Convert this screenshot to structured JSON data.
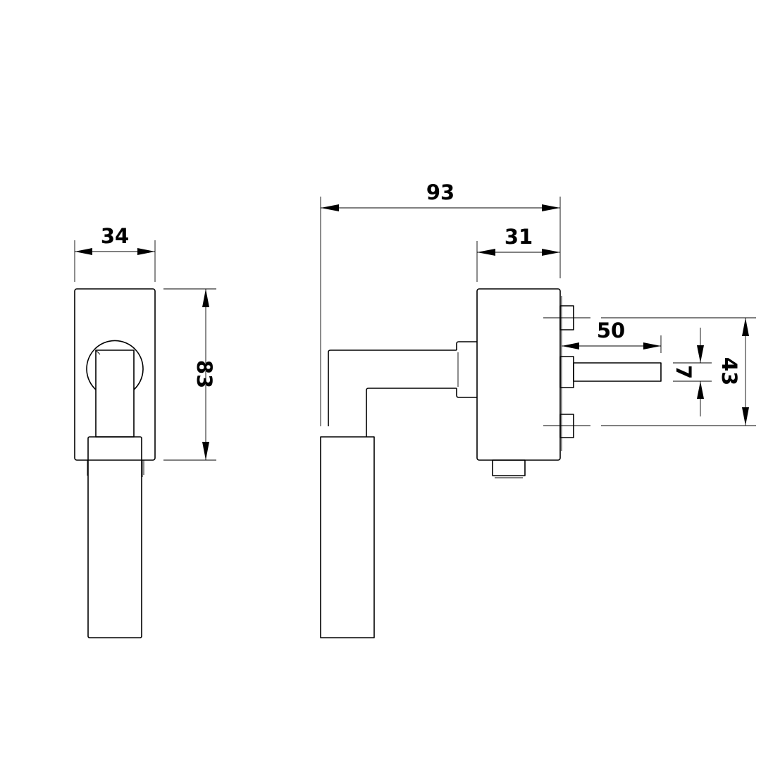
{
  "dimensions": {
    "width_front": "34",
    "height_front": "83",
    "total_length": "93",
    "base_depth": "31",
    "spindle_length": "50",
    "spindle_square": "7",
    "screw_spacing": "43"
  }
}
